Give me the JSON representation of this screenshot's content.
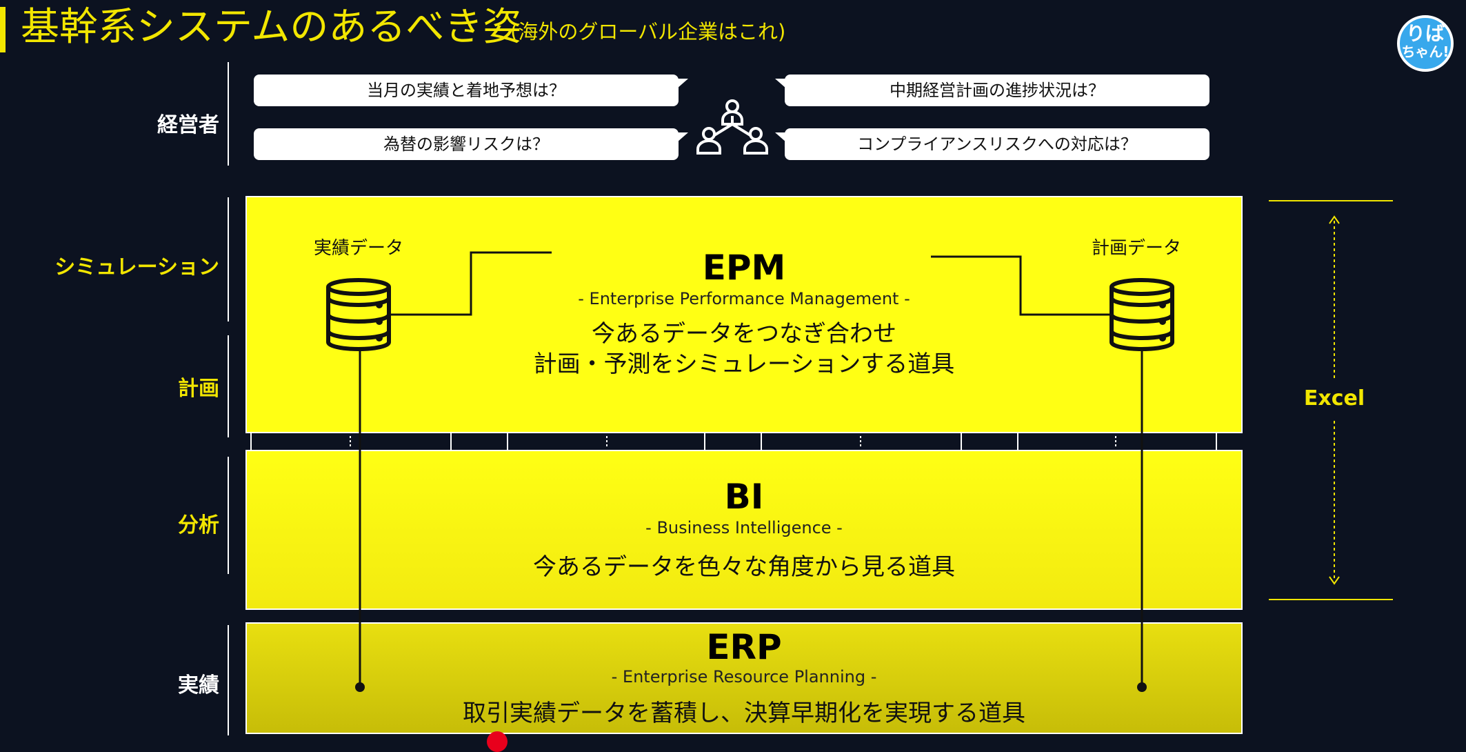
{
  "header": {
    "title": "基幹系システムのあるべき姿",
    "subtitle": "(海外のグローバル企業はこれ)"
  },
  "logo": {
    "line1": "りば",
    "line2": "ちゃん!"
  },
  "rows": {
    "executive": "経営者",
    "simulation": "シミュレーション",
    "planning": "計画",
    "analysis": "分析",
    "actual": "実績"
  },
  "questions": {
    "q1": "当月の実績と着地予想は？",
    "q2": "為替の影響リスクは？",
    "q3": "中期経営計画の進捗状況は？",
    "q4": "コンプライアンスリスクへの対応は？"
  },
  "epm": {
    "title": "EPM",
    "subtitle": "- Enterprise Performance Management -",
    "desc_line1": "今あるデータをつなぎ合わせ",
    "desc_line2": "計画・予測をシミュレーションする道具",
    "actual_db_label": "実績データ",
    "plan_db_label": "計画データ"
  },
  "bi": {
    "title": "BI",
    "subtitle": "- Business Intelligence -",
    "desc": "今あるデータを色々な角度から見る道具"
  },
  "erp": {
    "title": "ERP",
    "subtitle": "- Enterprise Resource Planning -",
    "desc": "取引実績データを蓄積し、決算早期化を実現する道具"
  },
  "excel": {
    "label": "Excel"
  },
  "colors": {
    "accent": "#f2e600",
    "background": "#0c1220",
    "layer": "#ffff14"
  }
}
